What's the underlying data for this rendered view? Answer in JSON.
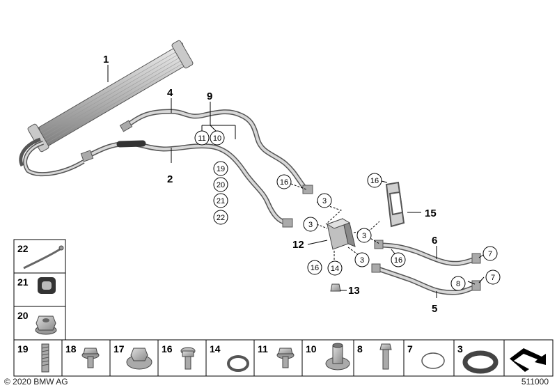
{
  "callouts": {
    "c1": "1",
    "c2": "2",
    "c4": "4",
    "c5": "5",
    "c6": "6",
    "c9": "9",
    "c12": "12",
    "c13": "13",
    "c15": "15"
  },
  "circled": {
    "a11": "11",
    "a10": "10",
    "a19": "19",
    "a20": "20",
    "a21": "21",
    "a22": "22",
    "b16a": "16",
    "b3a": "3",
    "b3b": "3",
    "b16b": "16",
    "b3c": "3",
    "b16c": "16",
    "b14": "14",
    "b3d": "3",
    "b16d": "16",
    "b7a": "7",
    "b8": "8",
    "b7b": "7"
  },
  "legend_left": [
    "22",
    "21",
    "20"
  ],
  "legend_bottom": [
    "19",
    "18",
    "17",
    "16",
    "14",
    "11",
    "10",
    "8",
    "7",
    "3"
  ],
  "footer": {
    "copyright": "© 2020 BMW AG",
    "diagram_id": "511000"
  }
}
